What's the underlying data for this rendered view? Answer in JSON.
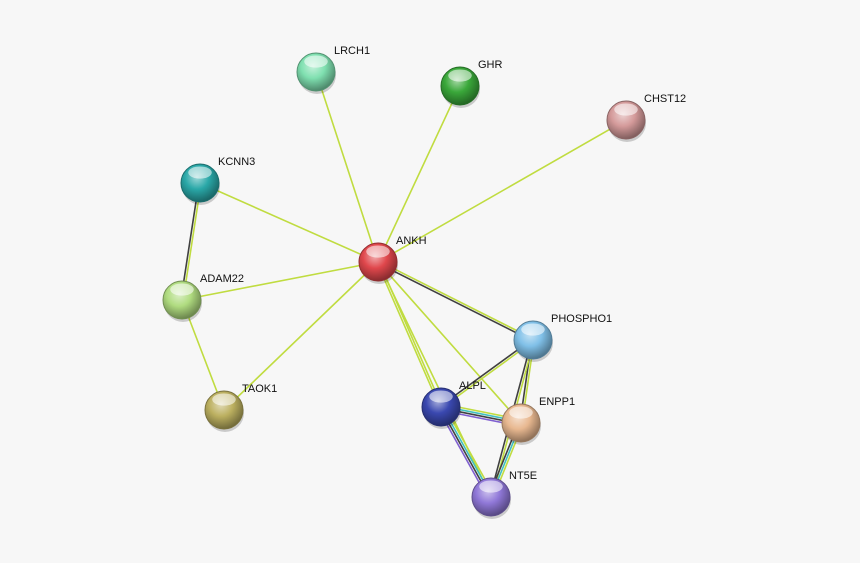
{
  "nodes": [
    {
      "id": "ANKH",
      "label": "ANKH",
      "color": "#e0474c"
    },
    {
      "id": "LRCH1",
      "label": "LRCH1",
      "color": "#7fe0b0"
    },
    {
      "id": "GHR",
      "label": "GHR",
      "color": "#3aa83a"
    },
    {
      "id": "CHST12",
      "label": "CHST12",
      "color": "#d49a9a"
    },
    {
      "id": "KCNN3",
      "label": "KCNN3",
      "color": "#2aa8a8"
    },
    {
      "id": "ADAM22",
      "label": "ADAM22",
      "color": "#b0dc80"
    },
    {
      "id": "TAOK1",
      "label": "TAOK1",
      "color": "#bcb060"
    },
    {
      "id": "PHOSPHO1",
      "label": "PHOSPHO1",
      "color": "#80c0e8"
    },
    {
      "id": "ALPL",
      "label": "ALPL",
      "color": "#3a48b0"
    },
    {
      "id": "ENPP1",
      "label": "ENPP1",
      "color": "#e8b890"
    },
    {
      "id": "NT5E",
      "label": "NT5E",
      "color": "#9078d8"
    }
  ],
  "edges": [
    {
      "from": "ANKH",
      "to": "LRCH1",
      "channels": [
        "#c0dc40"
      ]
    },
    {
      "from": "ANKH",
      "to": "GHR",
      "channels": [
        "#c0dc40"
      ]
    },
    {
      "from": "ANKH",
      "to": "CHST12",
      "channels": [
        "#c0dc40"
      ]
    },
    {
      "from": "ANKH",
      "to": "KCNN3",
      "channels": [
        "#c0dc40"
      ]
    },
    {
      "from": "ANKH",
      "to": "ADAM22",
      "channels": [
        "#c0dc40"
      ]
    },
    {
      "from": "ANKH",
      "to": "TAOK1",
      "channels": [
        "#c0dc40"
      ]
    },
    {
      "from": "ANKH",
      "to": "PHOSPHO1",
      "channels": [
        "#c0dc40",
        "#404040"
      ]
    },
    {
      "from": "ANKH",
      "to": "ALPL",
      "channels": [
        "#c0dc40",
        "#c0dc40"
      ]
    },
    {
      "from": "ANKH",
      "to": "ENPP1",
      "channels": [
        "#c0dc40"
      ]
    },
    {
      "from": "ANKH",
      "to": "NT5E",
      "channels": [
        "#c0dc40"
      ]
    },
    {
      "from": "KCNN3",
      "to": "ADAM22",
      "channels": [
        "#c0dc40",
        "#404040"
      ]
    },
    {
      "from": "ADAM22",
      "to": "TAOK1",
      "channels": [
        "#c0dc40"
      ]
    },
    {
      "from": "PHOSPHO1",
      "to": "ALPL",
      "channels": [
        "#c0dc40",
        "#404040"
      ]
    },
    {
      "from": "PHOSPHO1",
      "to": "ENPP1",
      "channels": [
        "#c0dc40",
        "#404040"
      ]
    },
    {
      "from": "PHOSPHO1",
      "to": "NT5E",
      "channels": [
        "#c0dc40",
        "#404040"
      ]
    },
    {
      "from": "ALPL",
      "to": "ENPP1",
      "channels": [
        "#c0dc40",
        "#40c0c0",
        "#404040",
        "#8060d0"
      ]
    },
    {
      "from": "ALPL",
      "to": "NT5E",
      "channels": [
        "#c0dc40",
        "#40c0c0",
        "#404040",
        "#8060d0"
      ]
    },
    {
      "from": "ENPP1",
      "to": "NT5E",
      "channels": [
        "#c0dc40",
        "#40c0c0",
        "#404040"
      ]
    }
  ]
}
